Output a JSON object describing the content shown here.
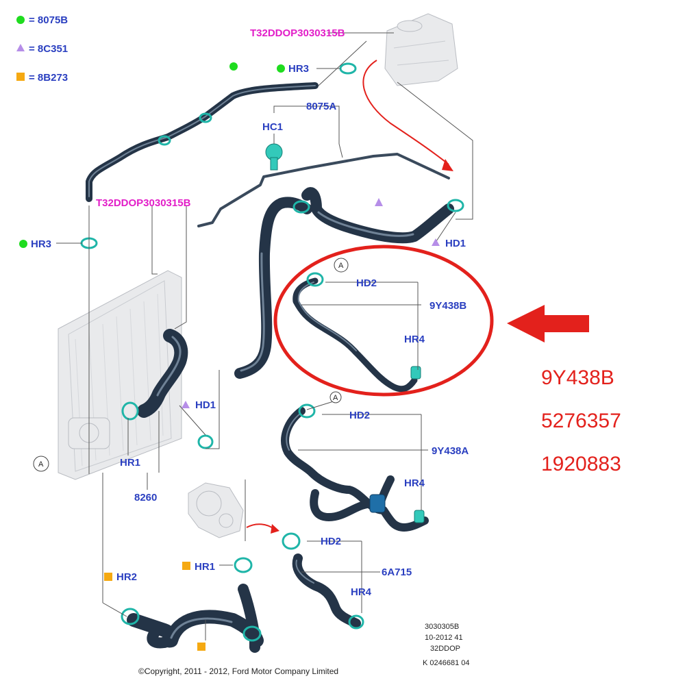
{
  "legend": [
    {
      "symbol": "circle",
      "color": "#1fdc1f",
      "label": "= 8075B"
    },
    {
      "symbol": "triangle",
      "color": "#b68ee8",
      "label": "= 8C351"
    },
    {
      "symbol": "square",
      "color": "#f5a912",
      "label": "= 8B273"
    }
  ],
  "labels": {
    "t32_top": "T32DDOP3030315B",
    "t32_mid": "T32DDOP3030315B",
    "hr3_top": "HR3",
    "hr3_left": "HR3",
    "p8075a": "8075A",
    "hc1": "HC1",
    "hd1_top": "HD1",
    "hd1_mid": "HD1",
    "hd2_a": "HD2",
    "p9y438b": "9Y438B",
    "hr4_a": "HR4",
    "hd2_b": "HD2",
    "p9y438a": "9Y438A",
    "hr4_b": "HR4",
    "hr1_left": "HR1",
    "p8260": "8260",
    "hr1_bottom": "HR1",
    "hd2_c": "HD2",
    "p6a715": "6A715",
    "hr4_c": "HR4",
    "hr2": "HR2",
    "marker_a1": "A",
    "marker_a2": "A",
    "marker_a3": "A"
  },
  "part_numbers": [
    "9Y438B",
    "5276357",
    "1920883"
  ],
  "footer": {
    "ref1": "3030305B",
    "ref2": "10-2012 41",
    "ref3": "32DDOP",
    "ref4": "K 0246681 04",
    "copyright": "©Copyright, 2011 - 2012, Ford Motor Company Limited"
  },
  "colors": {
    "label_blue": "#2a3fc0",
    "label_magenta": "#e21ec8",
    "highlight_red": "#e3211c",
    "clamp_teal": "#1fb5a8",
    "hose_dark": "#243447"
  }
}
